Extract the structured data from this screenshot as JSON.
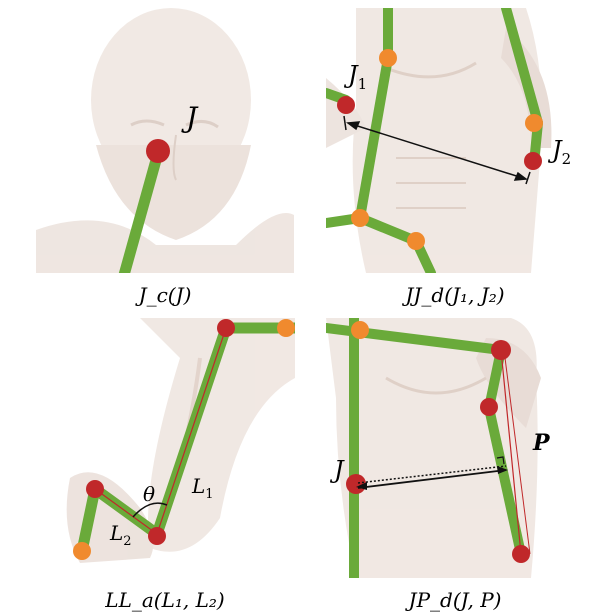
{
  "panels": [
    {
      "id": "head",
      "caption": "J_c(J)",
      "labels": {
        "joint": "J"
      }
    },
    {
      "id": "torso",
      "caption": "JJ_d(J₁, J₂)",
      "labels": {
        "j1_main": "J",
        "j1_sub": "1",
        "j2_main": "J",
        "j2_sub": "2"
      }
    },
    {
      "id": "leg",
      "caption": "LL_a(L₁, L₂)",
      "labels": {
        "theta": "θ",
        "l1_main": "L",
        "l1_sub": "1",
        "l2_main": "L",
        "l2_sub": "2"
      }
    },
    {
      "id": "arm",
      "caption": "JP_d(J, P)",
      "labels": {
        "joint": "J",
        "point": "P"
      }
    }
  ],
  "colors": {
    "bone": "#6aaa3a",
    "joint_red": "#c0282a",
    "joint_orange": "#f08a2e",
    "body": "#efe6e0",
    "body_shade": "#e3d6cf",
    "line": "#111111",
    "thin_red": "#c0282a"
  }
}
